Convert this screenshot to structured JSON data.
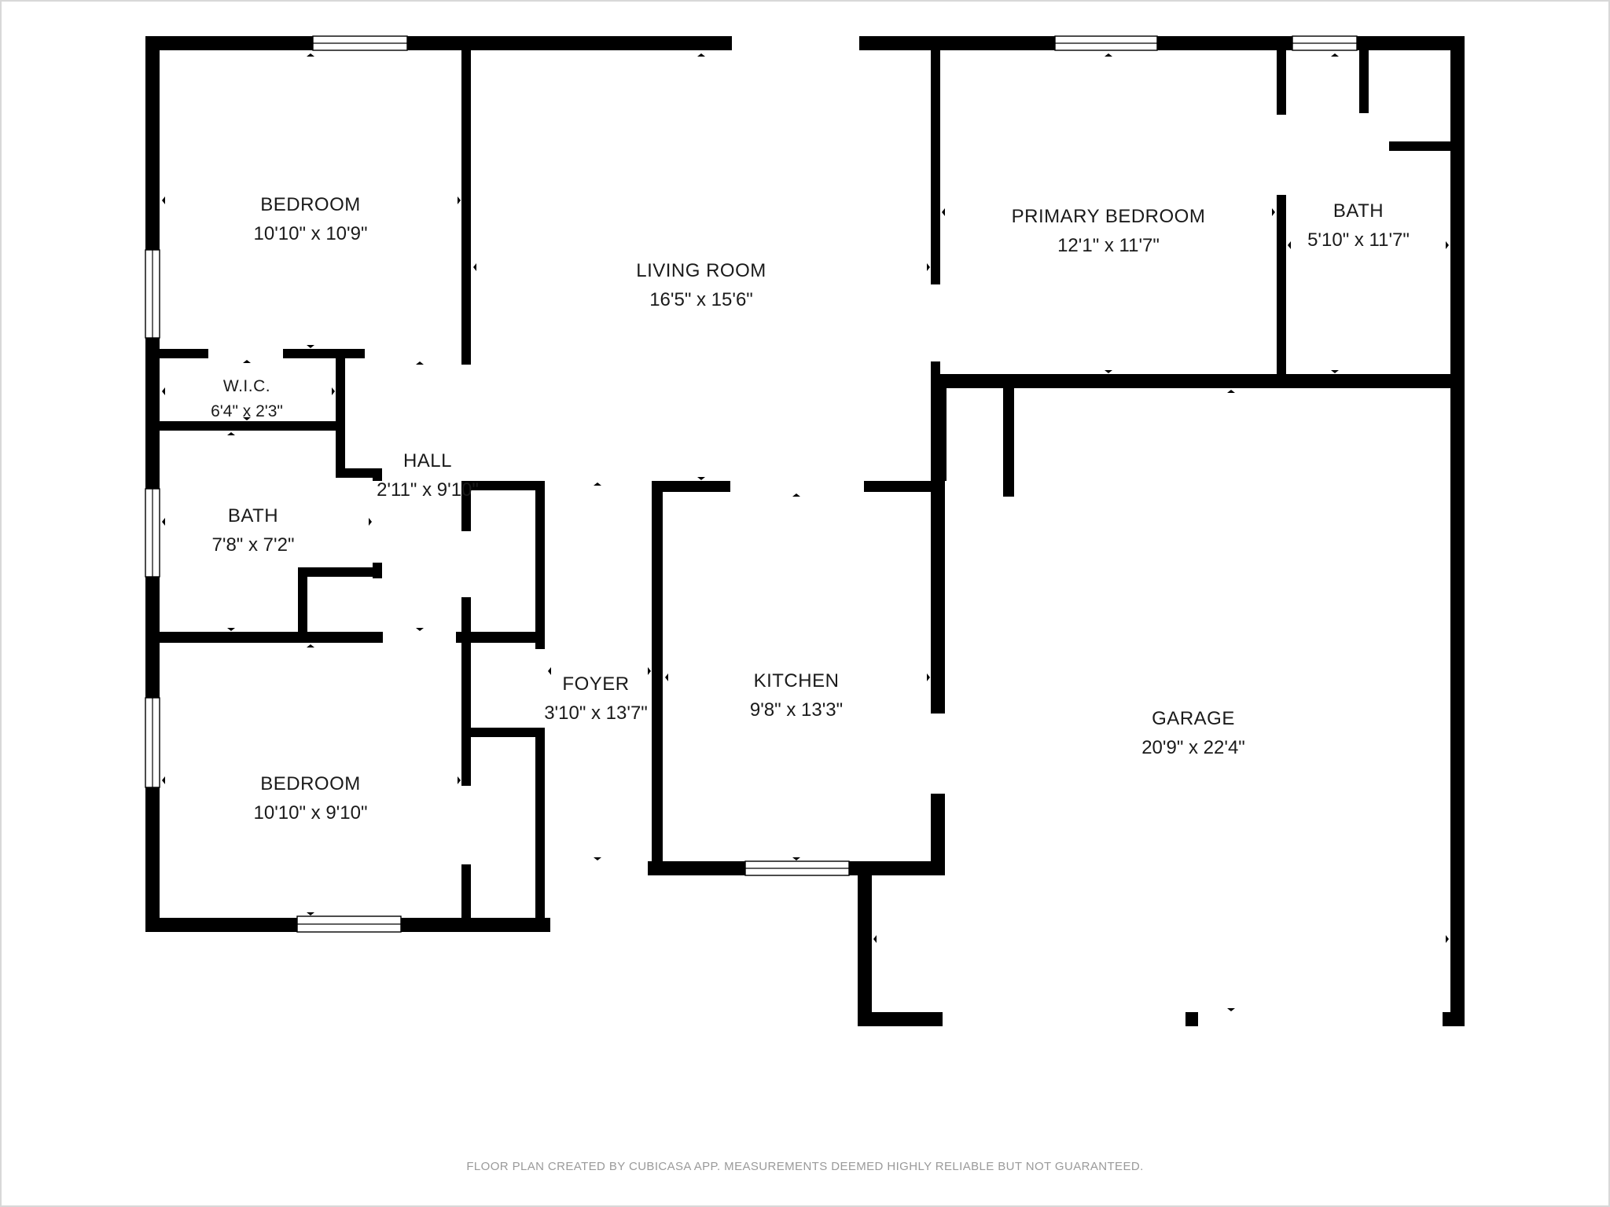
{
  "rooms": {
    "bedroom_1": {
      "name": "BEDROOM",
      "dims": "10'10\" x 10'9\""
    },
    "living_room": {
      "name": "LIVING ROOM",
      "dims": "16'5\" x 15'6\""
    },
    "primary_bedroom": {
      "name": "PRIMARY BEDROOM",
      "dims": "12'1\" x 11'7\""
    },
    "bath_primary": {
      "name": "BATH",
      "dims": "5'10\" x 11'7\""
    },
    "wic": {
      "name": "W.I.C.",
      "dims": "6'4\" x 2'3\""
    },
    "hall": {
      "name": "HALL",
      "dims": "2'11\" x 9'10\""
    },
    "bath_2": {
      "name": "BATH",
      "dims": "7'8\" x 7'2\""
    },
    "foyer": {
      "name": "FOYER",
      "dims": "3'10\" x 13'7\""
    },
    "kitchen": {
      "name": "KITCHEN",
      "dims": "9'8\" x 13'3\""
    },
    "garage": {
      "name": "GARAGE",
      "dims": "20'9\" x 22'4\""
    },
    "bedroom_2": {
      "name": "BEDROOM",
      "dims": "10'10\" x 9'10\""
    }
  },
  "footer": {
    "note": "FLOOR PLAN CREATED BY CUBICASA APP. MEASUREMENTS DEEMED HIGHLY RELIABLE BUT NOT GUARANTEED."
  },
  "colors": {
    "wall": "#000000",
    "background": "#ffffff",
    "label": "#1a1a1a",
    "footer": "#9a9a9a"
  }
}
